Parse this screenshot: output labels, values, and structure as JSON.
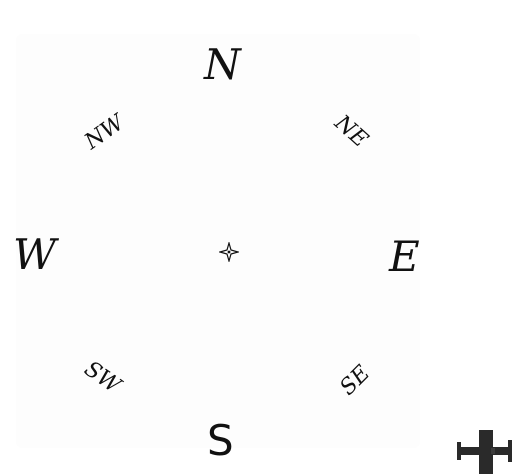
{
  "compass": {
    "north": "N",
    "south": "S",
    "east": "E",
    "west": "W",
    "northwest": "NW",
    "northeast": "NE",
    "southwest": "SW",
    "southeast": "SE"
  },
  "icons": {
    "center": "compass-center-star-icon",
    "player": "airplane-icon"
  },
  "colors": {
    "background": "#ffffff",
    "text": "#111111",
    "airplane": "#2a2a2a"
  }
}
